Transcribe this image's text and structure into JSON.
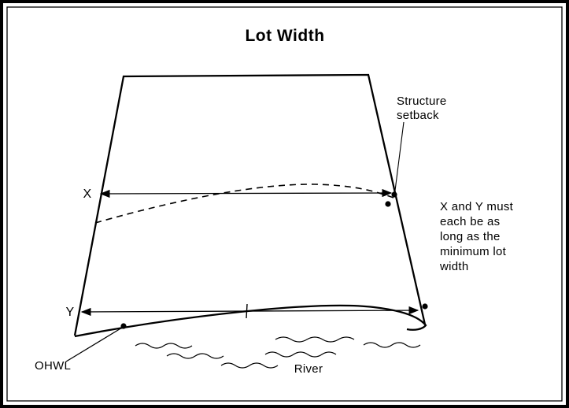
{
  "title": "Lot Width",
  "labels": {
    "x_dimension": "X",
    "y_dimension": "Y",
    "ohwl": "OHWL",
    "river": "River",
    "structure_setback": [
      "Structure",
      "setback"
    ],
    "min_width_note": [
      "X and Y must",
      "each be as",
      "long as the",
      "minimum lot",
      "width"
    ]
  },
  "colors": {
    "ink": "#000000",
    "background": "#ffffff"
  }
}
